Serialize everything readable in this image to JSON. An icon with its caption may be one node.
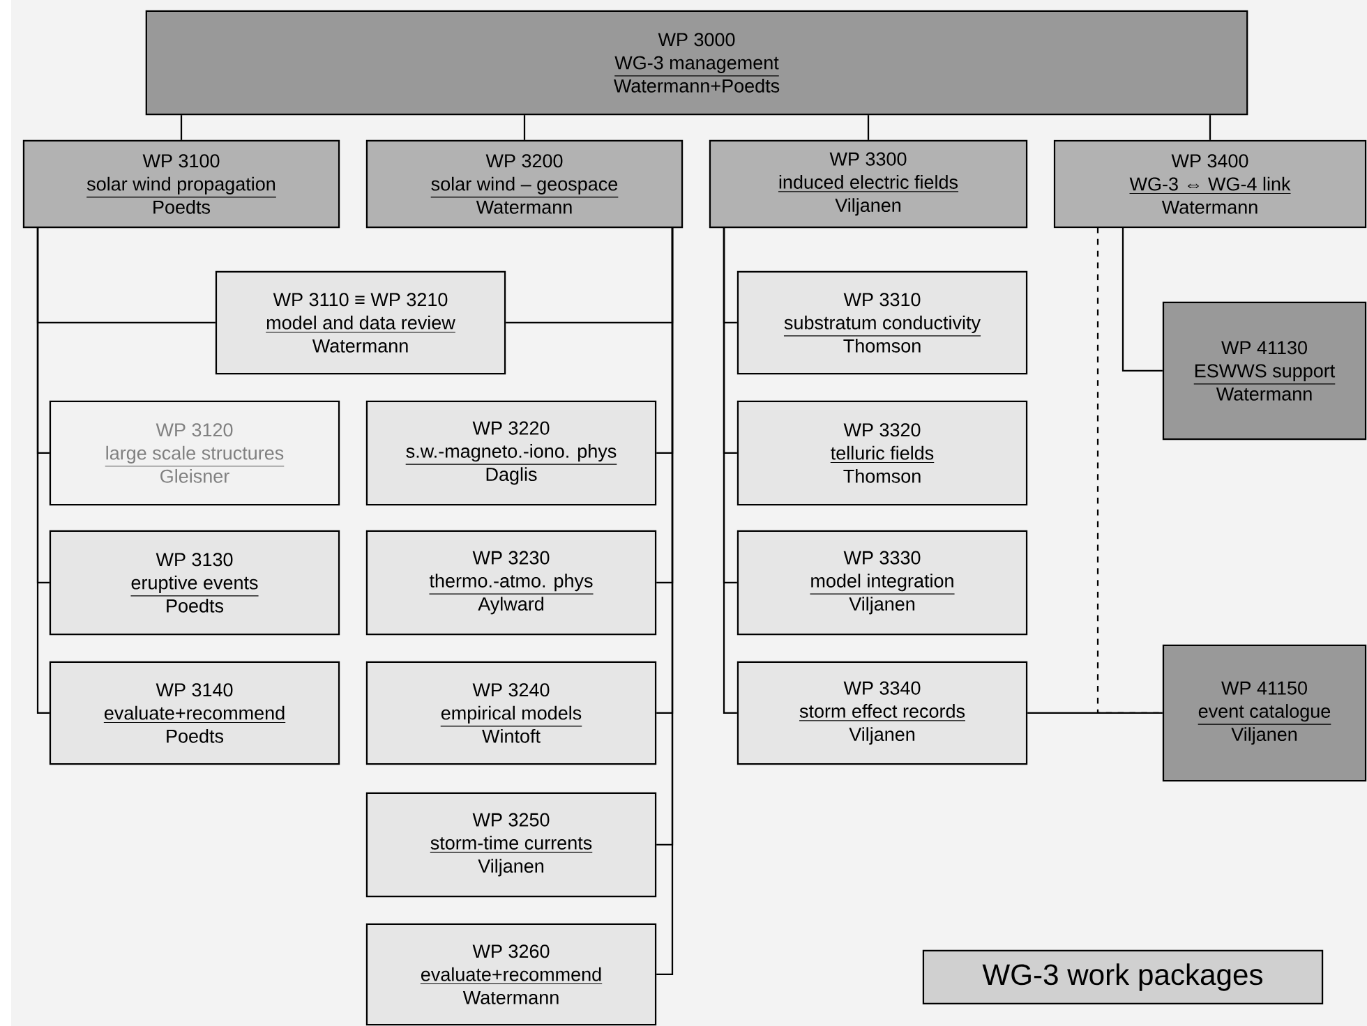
{
  "diagram": {
    "title": "WG-3 work packages",
    "nodes": [
      {
        "text": [
          "WP 3000",
          "WG-3 management",
          "Watermann+Poedts"
        ]
      },
      {
        "text": [
          "WP 3100",
          "solar wind propagation",
          "Poedts"
        ]
      },
      {
        "text": [
          "WP 3200",
          "solar wind – geospace",
          "Watermann"
        ]
      },
      {
        "text": [
          "WP 3300",
          "induced electric fields",
          "Viljanen"
        ]
      },
      {
        "text": [
          "WP 3400",
          "WG-3 ⇔ WG-4 link",
          "Watermann"
        ]
      },
      {
        "text": [
          "WP 3110 ≡ WP 3210",
          "model and data review",
          "Watermann"
        ]
      },
      {
        "text": [
          "WP 3120",
          "large scale structures",
          "Gleisner"
        ]
      },
      {
        "text": [
          "WP 3220",
          "s.w.-magneto.-iono. phys",
          "Daglis"
        ]
      },
      {
        "text": [
          "WP 3130",
          "eruptive events",
          "Poedts"
        ]
      },
      {
        "text": [
          "WP 3230",
          "thermo.-atmo. phys",
          "Aylward"
        ]
      },
      {
        "text": [
          "WP 3140",
          "evaluate+recommend",
          "Poedts"
        ]
      },
      {
        "text": [
          "WP 3240",
          "empirical models",
          "Wintoft"
        ]
      },
      {
        "text": [
          "WP 3250",
          "storm-time currents",
          "Viljanen"
        ]
      },
      {
        "text": [
          "WP 3260",
          "evaluate+recommend",
          "Watermann"
        ]
      },
      {
        "text": [
          "WP 3310",
          "substratum conductivity",
          "Thomson"
        ]
      },
      {
        "text": [
          "WP 3320",
          "telluric fields",
          "Thomson"
        ]
      },
      {
        "text": [
          "WP 3330",
          "model integration",
          "Viljanen"
        ]
      },
      {
        "text": [
          "WP 3340",
          "storm effect records",
          "Viljanen"
        ]
      },
      {
        "text": [
          "WP 41130",
          "ESWWS support",
          "Watermann"
        ]
      },
      {
        "text": [
          "WP 41150",
          "event catalogue",
          "Viljanen"
        ]
      }
    ],
    "edges": [
      {
        "from": 0,
        "to": 1,
        "arrow": "none"
      },
      {
        "from": 0,
        "to": 2,
        "arrow": "none"
      },
      {
        "from": 0,
        "to": 3,
        "arrow": "none"
      },
      {
        "from": 0,
        "to": 4,
        "arrow": "none"
      },
      {
        "from": 1,
        "to": 5,
        "arrow": "none"
      },
      {
        "from": 1,
        "to": 6,
        "arrow": "none"
      },
      {
        "from": 1,
        "to": 8,
        "arrow": "none"
      },
      {
        "from": 1,
        "to": 10,
        "arrow": "none"
      },
      {
        "from": 2,
        "to": 5,
        "arrow": "none"
      },
      {
        "from": 2,
        "to": 7,
        "arrow": "none"
      },
      {
        "from": 2,
        "to": 9,
        "arrow": "none"
      },
      {
        "from": 2,
        "to": 11,
        "arrow": "none"
      },
      {
        "from": 2,
        "to": 12,
        "arrow": "none"
      },
      {
        "from": 2,
        "to": 13,
        "arrow": "none"
      },
      {
        "from": 3,
        "to": 14,
        "arrow": "none"
      },
      {
        "from": 3,
        "to": 15,
        "arrow": "none"
      },
      {
        "from": 3,
        "to": 16,
        "arrow": "none"
      },
      {
        "from": 3,
        "to": 17,
        "arrow": "none"
      },
      {
        "from": 4,
        "to": 18,
        "arrow": "none"
      },
      {
        "from": 4,
        "to": 19,
        "arrow": "none",
        "style": "dashed"
      },
      {
        "from": 17,
        "to": 19,
        "arrow": "none"
      }
    ]
  }
}
